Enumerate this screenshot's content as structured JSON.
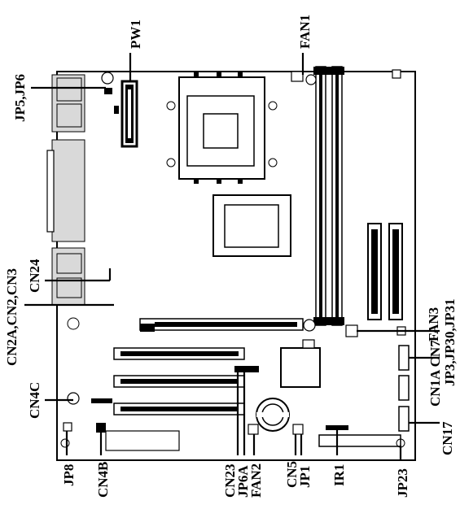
{
  "diagram": {
    "labels": {
      "pw1": "PW1",
      "fan1": "FAN1",
      "jp5_jp6": "JP5,JP6",
      "cn24": "CN24",
      "cn2a_cn2_cn3": "CN2A,CN2,CN3",
      "cn4c": "CN4C",
      "jp8": "JP8",
      "cn4b": "CN4B",
      "cn23": "CN23",
      "jp6a": "JP6A",
      "fan2": "FAN2",
      "cn5": "CN5",
      "jp1": "JP1",
      "ir1": "IR1",
      "jp23": "JP23",
      "cn17": "CN17",
      "cn1a_cn7": "CN1A CN7",
      "jp3_jp30_jp31": "JP3,JP30,JP31",
      "fan3": "FAN3"
    }
  }
}
